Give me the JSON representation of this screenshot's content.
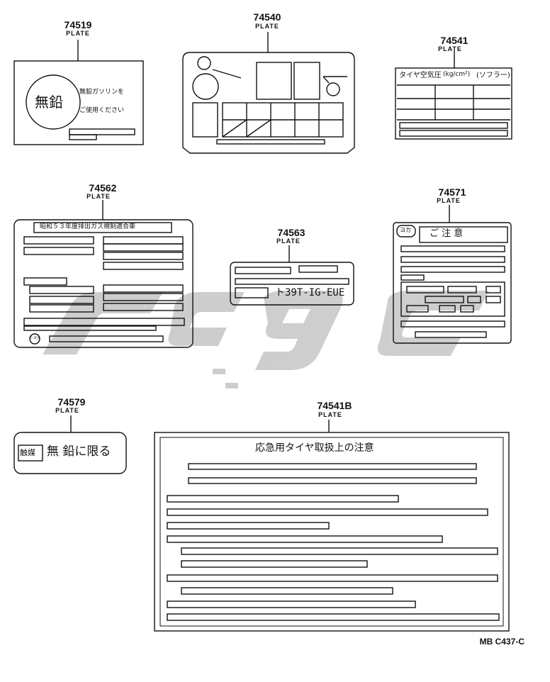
{
  "reference_code": "MB C437-C",
  "watermark": {
    "color": "#bdbdbd"
  },
  "parts": {
    "p74519": {
      "number": "74519",
      "name": "PLATE",
      "seal_text": "無鉛",
      "text_line1": "無鉛ガソリンを",
      "text_line2": "ご使用ください"
    },
    "p74540": {
      "number": "74540",
      "name": "PLATE"
    },
    "p74541": {
      "number": "74541",
      "name": "PLATE",
      "header_left": "タイヤ空気圧",
      "header_unit": "(kg/cm²)",
      "header_right": "(ソフラー)"
    },
    "p74562": {
      "number": "74562",
      "name": "PLATE",
      "title": "昭和５３年度排出ガス規制適合車",
      "logo_text": "トヨタ"
    },
    "p74563": {
      "number": "74563",
      "name": "PLATE",
      "code": "ト39T-IG-EUE"
    },
    "p74571": {
      "number": "74571",
      "name": "PLATE",
      "logo_text": "ヨカ",
      "title": "ご 注 意"
    },
    "p74579": {
      "number": "74579",
      "name": "PLATE",
      "badge": "触媒",
      "text": "無 鉛に限る"
    },
    "p74541B": {
      "number": "74541B",
      "name": "PLATE",
      "title": "応急用タイヤ取扱上の注意"
    }
  }
}
